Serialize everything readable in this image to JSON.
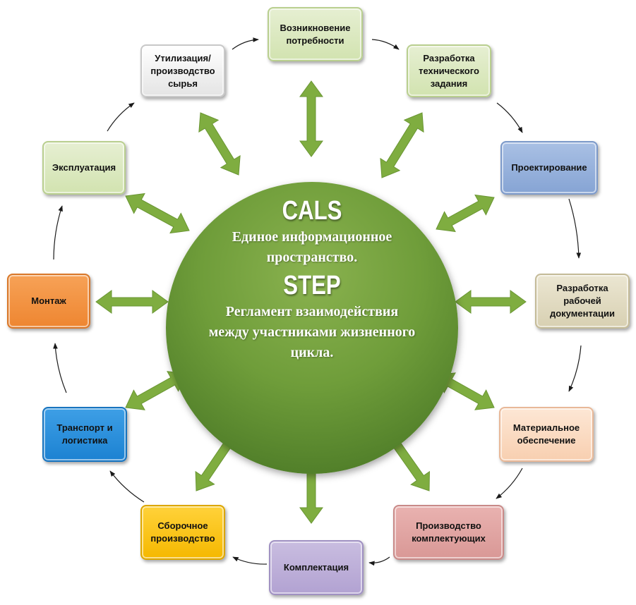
{
  "center": {
    "title1": "CALS",
    "text1": "Единое информационное пространство.",
    "title2": "STEP",
    "text2": "Регламент взаимодействия между участниками жизненного цикла."
  },
  "stages": [
    {
      "id": "vozniknovenie",
      "label": "Возникновение\nпотребности",
      "color": "#d2e3b0"
    },
    {
      "id": "razrabotka-tz",
      "label": "Разработка\nтехнического\nзадания",
      "color": "#d2e3b0"
    },
    {
      "id": "proektirovanie",
      "label": "Проектирование",
      "color": "#86a4d4"
    },
    {
      "id": "razrabotka-rd",
      "label": "Разработка\nрабочей\nдокументации",
      "color": "#d8d0b2"
    },
    {
      "id": "materialnoe",
      "label": "Материальное\nобеспечение",
      "color": "#f8cfb0"
    },
    {
      "id": "proizvodstvo-komplekt",
      "label": "Производство\nкомплектующих",
      "color": "#d99896"
    },
    {
      "id": "komplektatsiya",
      "label": "Комплектация",
      "color": "#b2a2d2"
    },
    {
      "id": "sborochnoe",
      "label": "Сборочное\nпроизводство",
      "color": "#f5b800"
    },
    {
      "id": "transport",
      "label": "Транспорт и\nлогистика",
      "color": "#1c82d2"
    },
    {
      "id": "montazh",
      "label": "Монтаж",
      "color": "#ee8631"
    },
    {
      "id": "ekspluatatsiya",
      "label": "Эксплуатация",
      "color": "#d2e3b0"
    },
    {
      "id": "utilizatsiya",
      "label": "Утилизация/\nпроизводство\nсырья",
      "color": "#e4e4e4"
    }
  ],
  "colors": {
    "hub": "#6f9d3a",
    "double_arrow": "#7fad40",
    "cycle_arrow": "#1a1a1a"
  }
}
